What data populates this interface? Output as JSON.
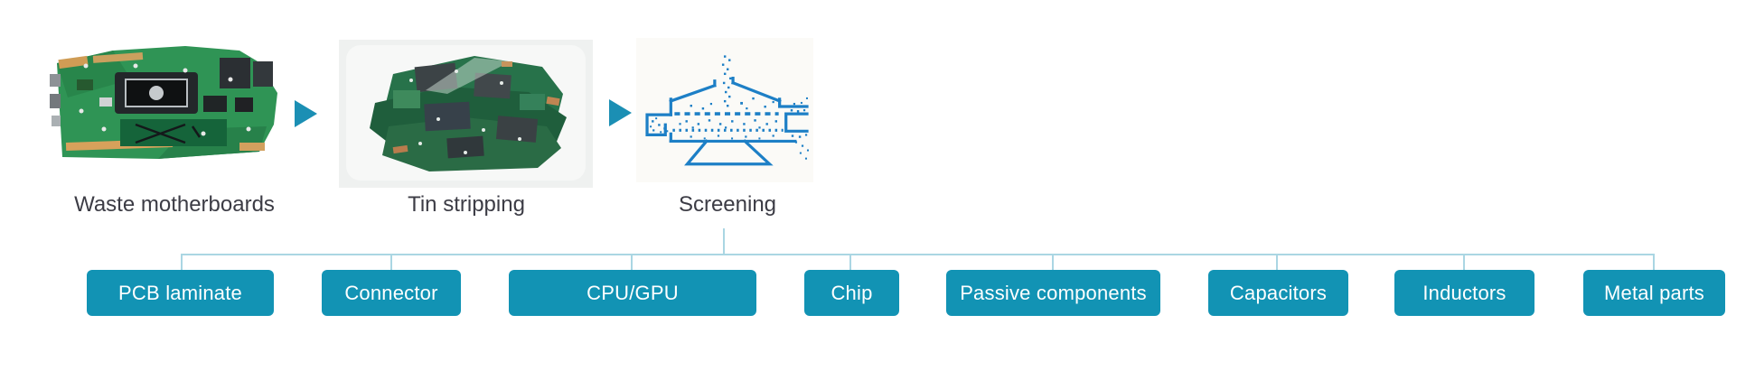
{
  "diagram": {
    "stages": [
      {
        "label": "Waste motherboards",
        "icon": "waste-motherboards-photo"
      },
      {
        "label": "Tin stripping",
        "icon": "tin-stripping-photo"
      },
      {
        "label": "Screening",
        "icon": "screening-machine-icon"
      }
    ],
    "outputs": [
      {
        "label": "PCB laminate"
      },
      {
        "label": "Connector"
      },
      {
        "label": "CPU/GPU"
      },
      {
        "label": "Chip"
      },
      {
        "label": "Passive components"
      },
      {
        "label": "Capacitors"
      },
      {
        "label": "Inductors"
      },
      {
        "label": "Metal parts"
      }
    ]
  },
  "colors": {
    "stage_label": "#3c3c45",
    "arrow": "#1b8fb4",
    "tree_line": "#aad6e3",
    "box_bg": "#1293b4",
    "box_text": "#ffffff",
    "icon_blue": "#1d7fc6"
  }
}
